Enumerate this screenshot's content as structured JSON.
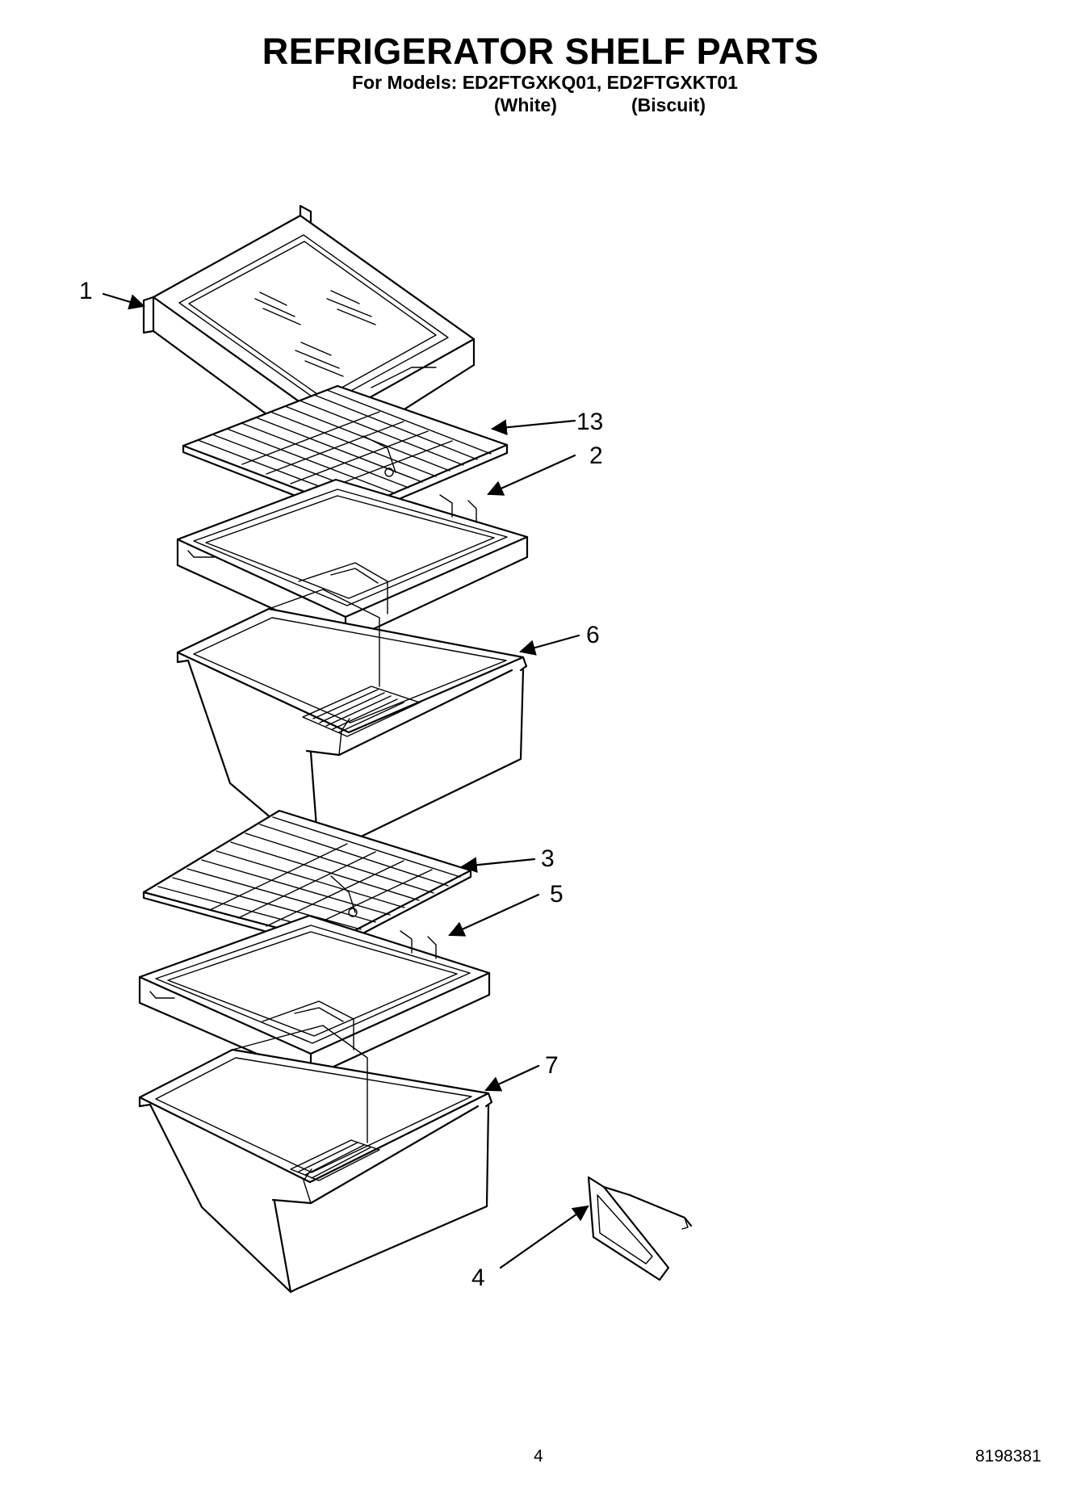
{
  "header": {
    "title": "REFRIGERATOR SHELF PARTS",
    "models_line": "For Models: ED2FTGXKQ01, ED2FTGXKT01",
    "finish_white": "(White)",
    "finish_biscuit": "(Biscuit)"
  },
  "callouts": {
    "c1": "1",
    "c13": "13",
    "c2": "2",
    "c6": "6",
    "c3": "3",
    "c5": "5",
    "c7": "7",
    "c4": "4"
  },
  "footer": {
    "page_number": "4",
    "document_number": "8198381"
  }
}
